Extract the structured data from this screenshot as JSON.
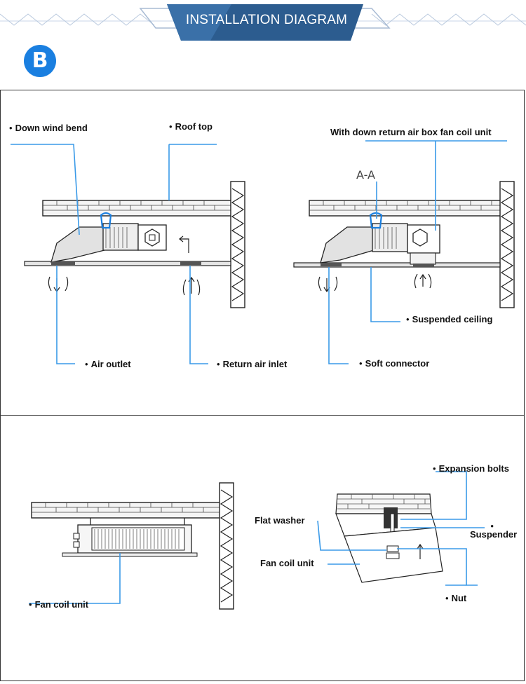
{
  "header": {
    "title": "INSTALLATION DIAGRAM",
    "badge": "B"
  },
  "accent_color": "#1a7fe0",
  "leader_color": "#3a9ae8",
  "diagram1": {
    "labels": {
      "down_wind_bend": "Down wind bend",
      "roof_top": "Roof top",
      "air_outlet": "Air outlet",
      "return_air_inlet": "Return air inlet"
    }
  },
  "diagram2": {
    "section_mark": "A-A",
    "labels": {
      "with_down_return": "With down return air box fan coil unit",
      "suspended_ceiling": "Suspended ceiling",
      "soft_connector": "Soft connector"
    }
  },
  "diagram3": {
    "labels": {
      "fan_coil_unit": "Fan coil unit"
    }
  },
  "diagram4": {
    "labels": {
      "expansion_bolts": "Expansion bolts",
      "flat_washer": "Flat washer",
      "suspender": "Suspender",
      "fan_coil_unit": "Fan coil unit",
      "nut": "Nut"
    }
  }
}
